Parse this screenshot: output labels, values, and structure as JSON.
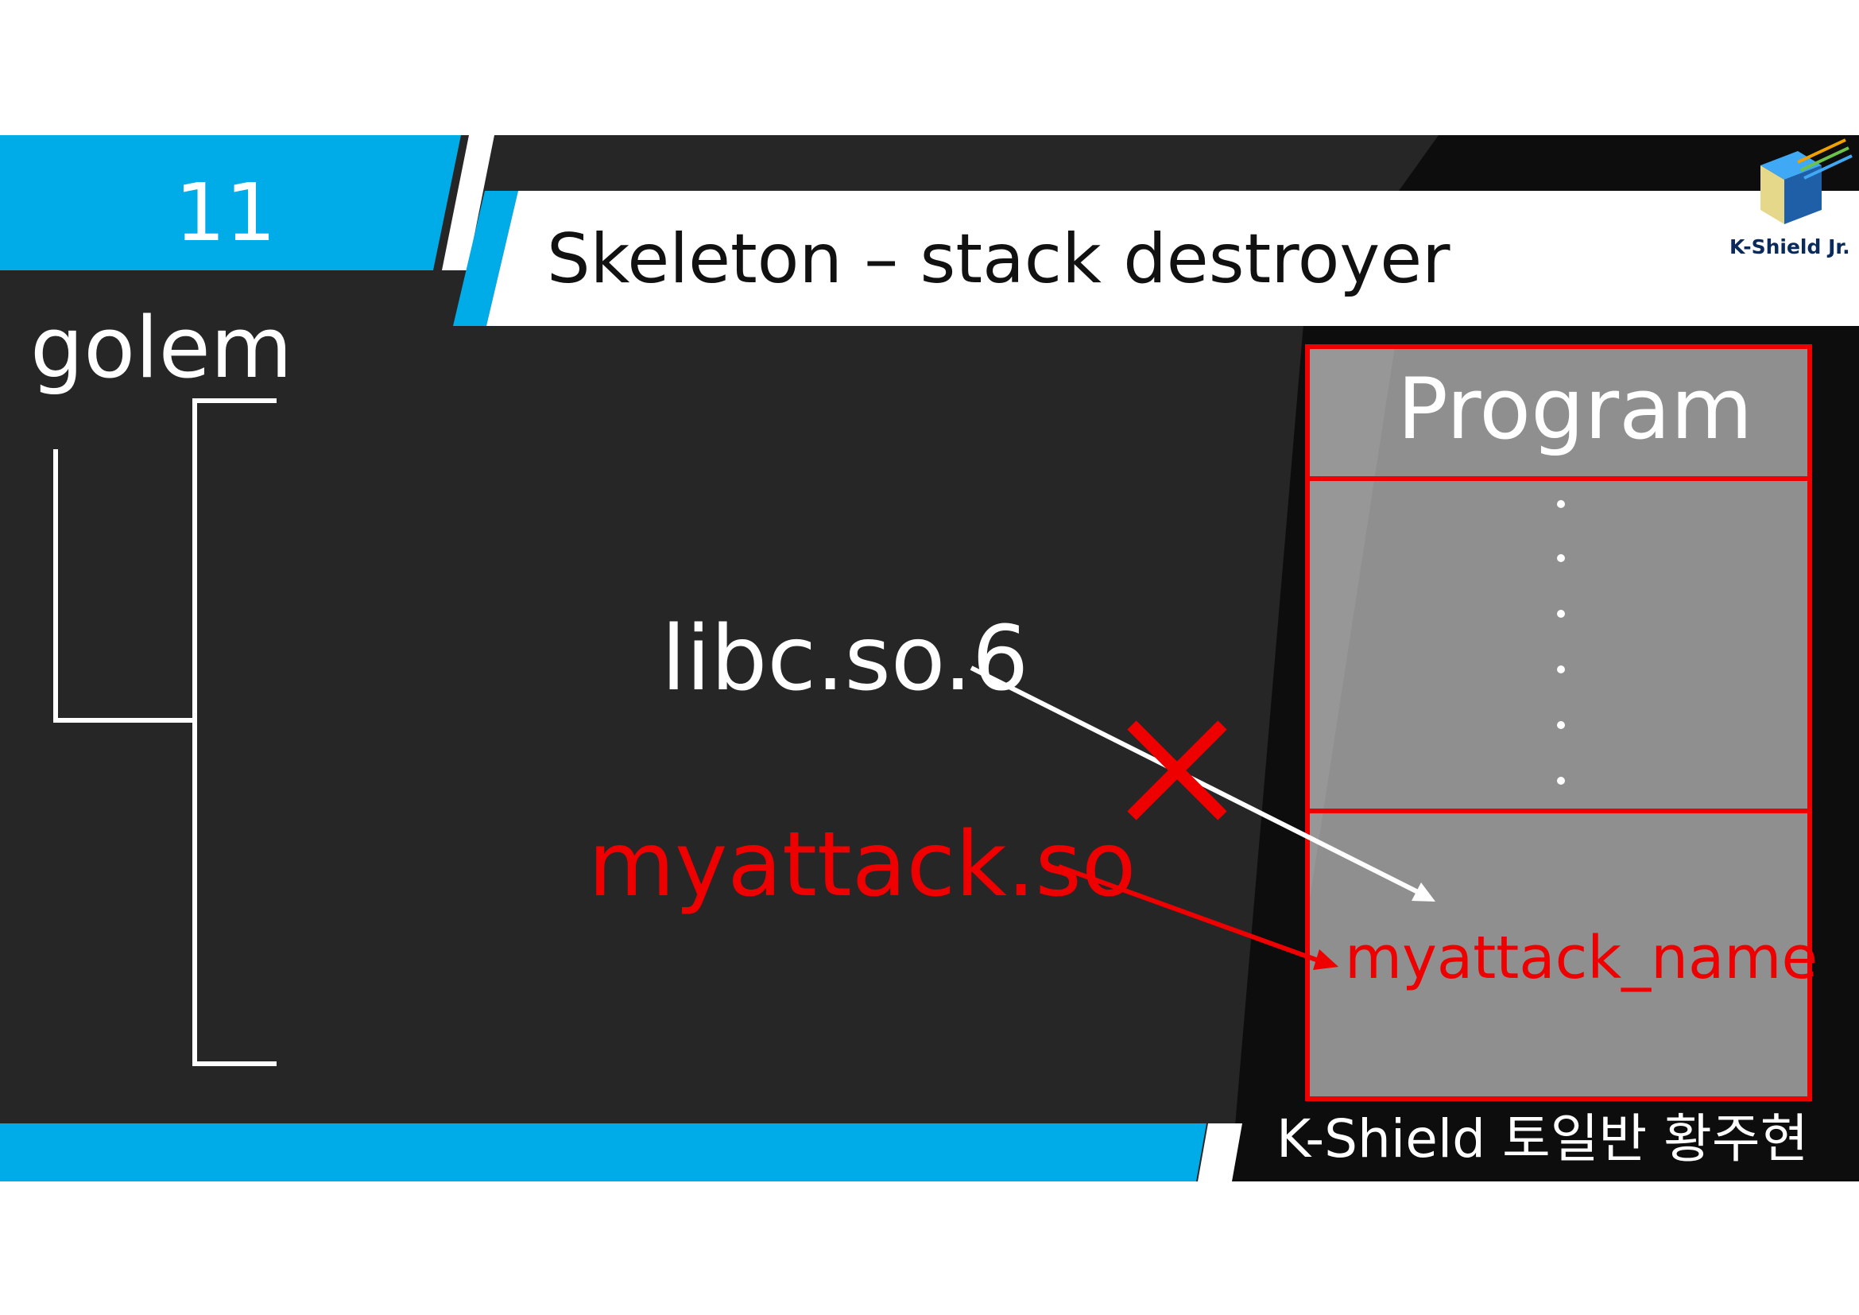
{
  "slide": {
    "page_number": "11",
    "title": "Skeleton – stack destroyer",
    "section_label": "golem",
    "logo_text": "K-Shield Jr.",
    "footer_credit": "K-Shield 토일반 황주현"
  },
  "diagram": {
    "library_label": "libc.so.6",
    "attack_library_label": "myattack.so",
    "program_label": "Program",
    "attack_name_label": "myattack_name"
  },
  "colors": {
    "accent_blue": "#00ace8",
    "dark_panel": "#262626",
    "black_panel": "#0d0d0d",
    "program_box_fill": "#8f8f8f",
    "alert_red": "#ee0000"
  }
}
